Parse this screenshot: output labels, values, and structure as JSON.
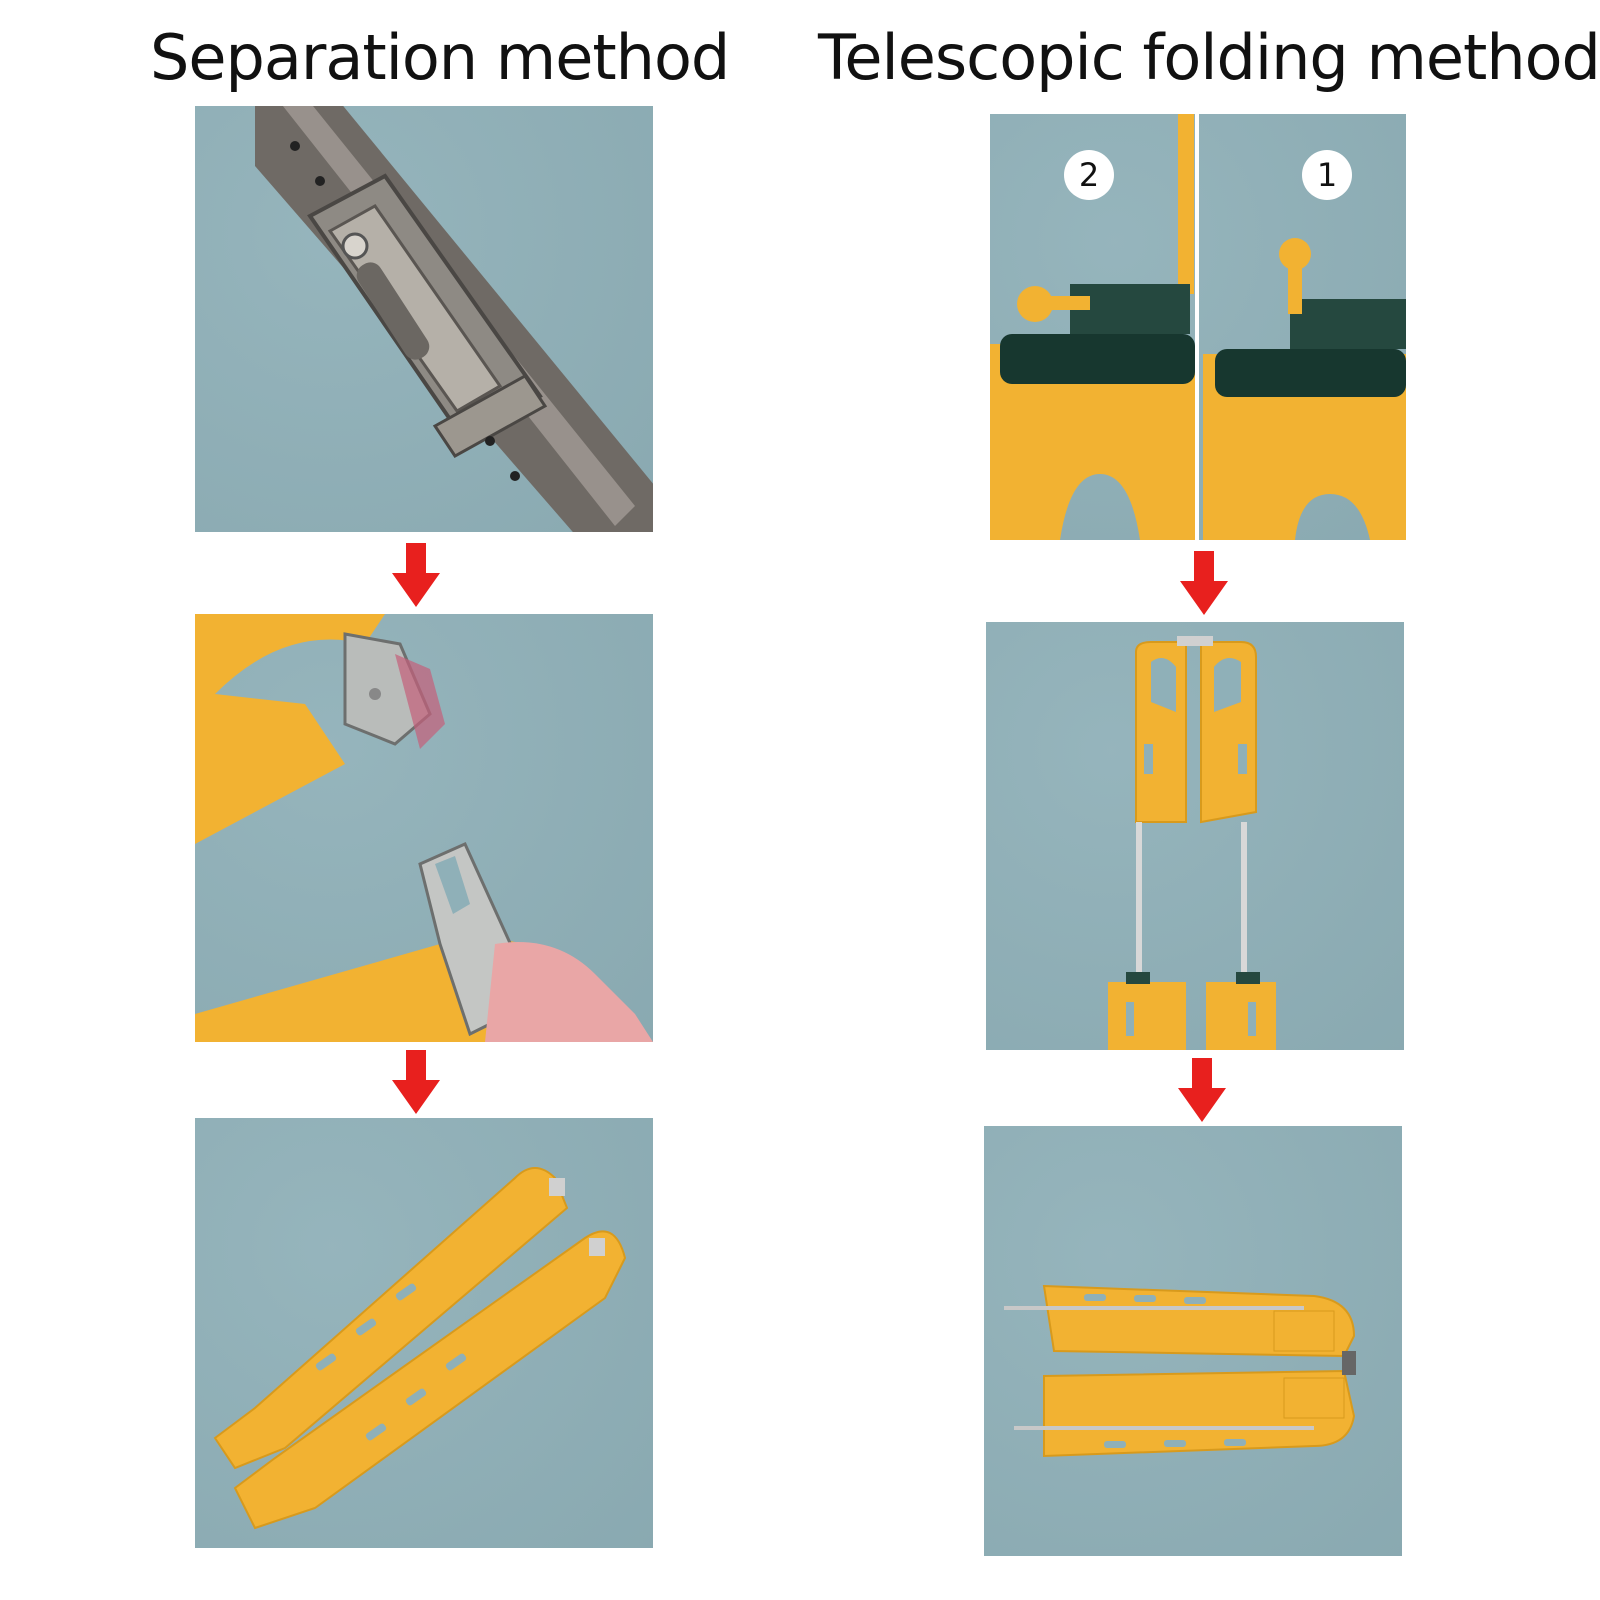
{
  "titles": {
    "left": "Separation method",
    "right": "Telescopic folding method"
  },
  "badges": {
    "step_a": "2",
    "step_b": "1"
  },
  "colors": {
    "panel_bg": "#8fb0b8",
    "stretcher_yellow": "#f2b232",
    "arrow_red": "#e8201e",
    "metal": "#a8aaa8"
  },
  "icons": {
    "step_arrow": "red-down-arrow-icon"
  }
}
